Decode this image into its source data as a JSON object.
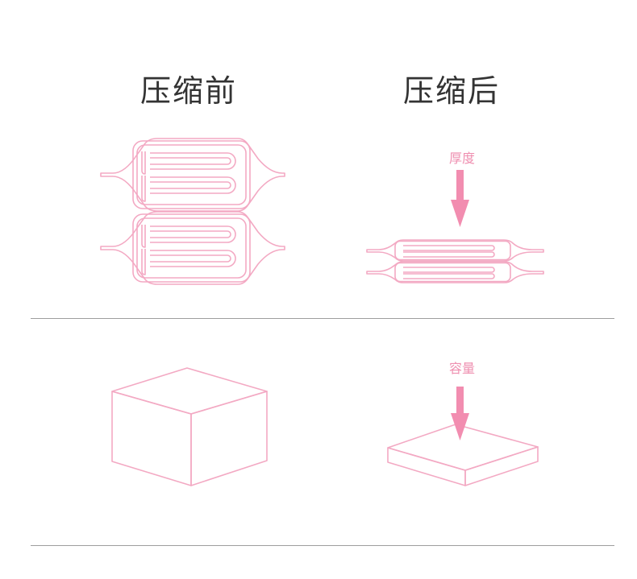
{
  "titles": {
    "before": "压缩前",
    "after": "压缩后"
  },
  "labels": {
    "thickness": "厚度",
    "volume": "容量"
  },
  "colors": {
    "accent": "#f28db0",
    "line": "#f3a9c3",
    "text": "#333333",
    "divider": "#9e9e9e"
  },
  "icons": [
    "pad-pack-icon",
    "compressed-pad-pack-icon",
    "down-arrow-icon",
    "cube-icon",
    "flat-box-icon"
  ]
}
